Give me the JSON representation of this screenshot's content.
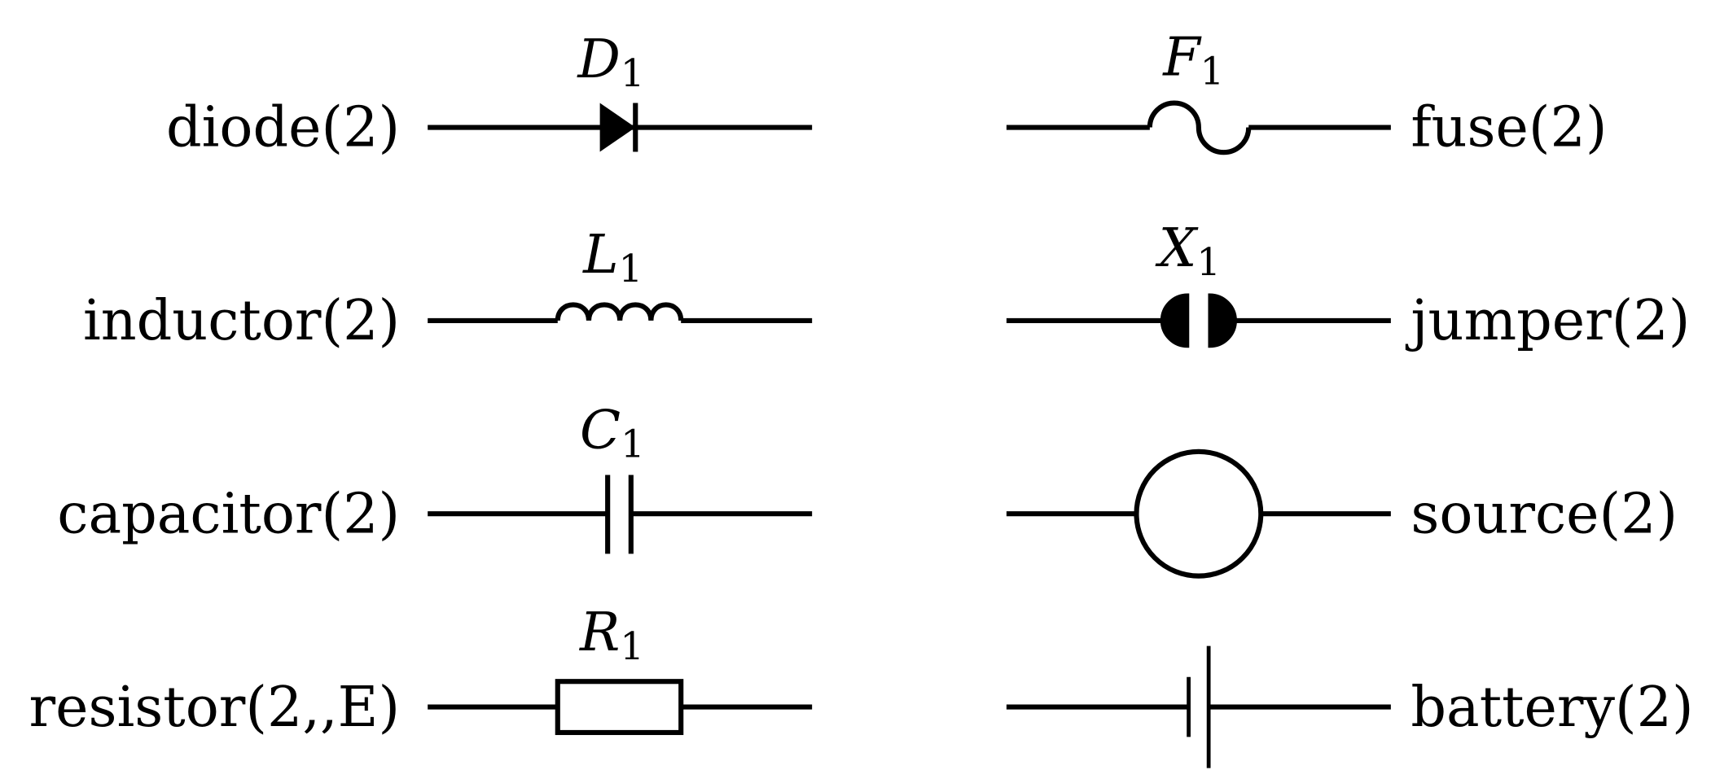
{
  "components": {
    "diode": {
      "label": "diode(2)",
      "ref": "D",
      "sub": "1"
    },
    "inductor": {
      "label": "inductor(2)",
      "ref": "L",
      "sub": "1"
    },
    "capacitor": {
      "label": "capacitor(2)",
      "ref": "C",
      "sub": "1"
    },
    "resistor": {
      "label": "resistor(2,,E)",
      "ref": "R",
      "sub": "1"
    },
    "fuse": {
      "label": "fuse(2)",
      "ref": "F",
      "sub": "1"
    },
    "jumper": {
      "label": "jumper(2)",
      "ref": "X",
      "sub": "1"
    },
    "source": {
      "label": "source(2)"
    },
    "battery": {
      "label": "battery(2)"
    }
  }
}
